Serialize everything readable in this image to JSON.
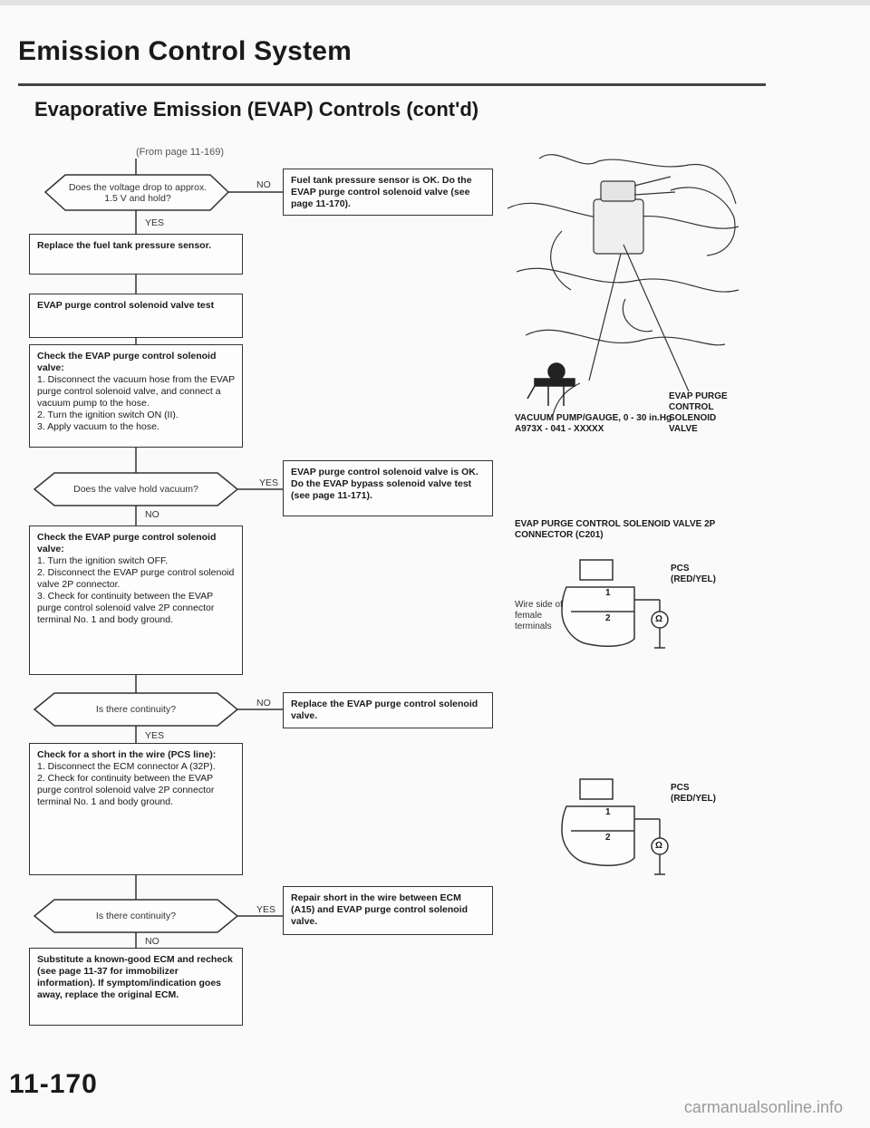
{
  "header": {
    "title": "Emission Control System",
    "subtitle": "Evaporative Emission (EVAP) Controls (cont'd)",
    "from_page": "(From page 11-169)"
  },
  "flow": {
    "d1": "Does the voltage drop to approx. 1.5 V and hold?",
    "d1_no": "NO",
    "d1_yes": "YES",
    "r1": "Fuel tank pressure sensor is OK. Do the EVAP purge control solenoid valve (see page 11-170).",
    "b1": "Replace the fuel tank pressure sensor.",
    "b2": "EVAP purge control solenoid valve test",
    "b3_title": "Check the EVAP purge control solenoid valve:",
    "b3_steps": [
      "1. Disconnect the vacuum hose from the EVAP purge control solenoid valve, and connect a vacuum pump to the hose.",
      "2. Turn the ignition switch ON (II).",
      "3. Apply vacuum to the hose."
    ],
    "d2": "Does the valve hold vacuum?",
    "d2_yes": "YES",
    "d2_no": "NO",
    "r2": "EVAP purge control solenoid valve is OK. Do the EVAP bypass solenoid valve test (see page 11-171).",
    "b4_title": "Check the EVAP purge control solenoid valve:",
    "b4_steps": [
      "1. Turn the ignition switch OFF.",
      "2. Disconnect the EVAP purge control solenoid valve 2P connector.",
      "3. Check for continuity between the EVAP purge control solenoid valve 2P connector terminal No. 1 and body ground."
    ],
    "d3": "Is there continuity?",
    "d3_no": "NO",
    "d3_yes": "YES",
    "r3": "Replace the EVAP purge control solenoid valve.",
    "b5_title": "Check for a short in the wire (PCS line):",
    "b5_steps": [
      "1. Disconnect the ECM connector A (32P).",
      "2. Check for continuity between the EVAP purge control solenoid valve 2P connector terminal No. 1 and body ground."
    ],
    "d4": "Is there continuity?",
    "d4_yes": "YES",
    "d4_no": "NO",
    "r4": "Repair short in the wire between ECM (A15) and EVAP purge control solenoid valve.",
    "b6": "Substitute a known-good ECM and recheck (see page 11-37 for immobilizer information). If symptom/indication goes away, replace the original ECM."
  },
  "illustration": {
    "valve_label": "EVAP PURGE CONTROL SOLENOID VALVE",
    "pump_label": "VACUUM PUMP/GAUGE, 0 - 30 in.Hg A973X - 041 - XXXXX",
    "connector_title": "EVAP PURGE CONTROL SOLENOID VALVE 2P CONNECTOR (C201)",
    "wire_side_label": "Wire side of female terminals",
    "pcs_label_1": "PCS (RED/YEL)",
    "pcs_label_2": "PCS (RED/YEL)",
    "pin1": "1",
    "pin2": "2",
    "ohm": "Ω"
  },
  "footer": {
    "page_number": "11-170",
    "watermark": "carmanualsonline.info"
  }
}
